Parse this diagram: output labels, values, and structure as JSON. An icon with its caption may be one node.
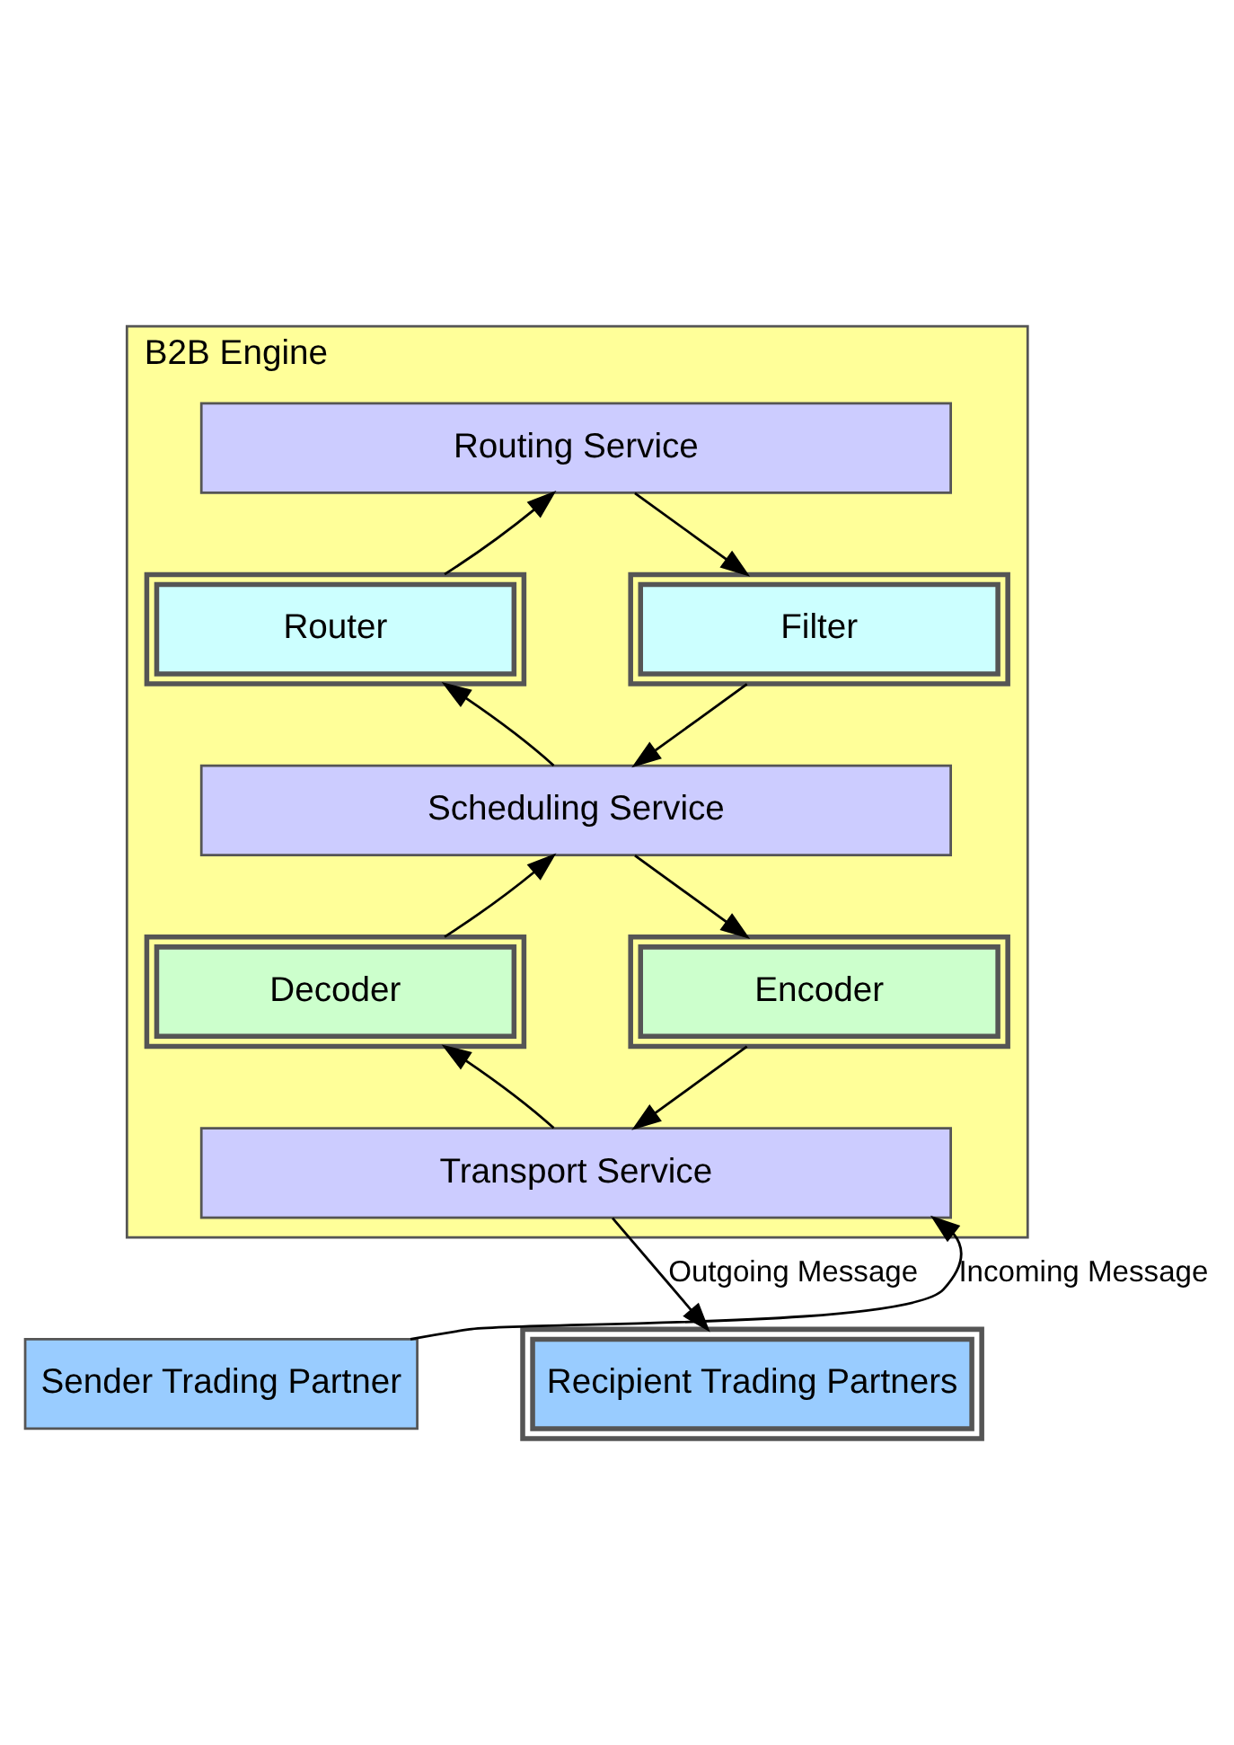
{
  "diagram": {
    "nodes": [
      {
        "text": [
          "B2B Engine"
        ]
      },
      {
        "text": [
          "Routing Service"
        ],
        "in": 0
      },
      {
        "text": [
          "Router"
        ],
        "in": 0
      },
      {
        "text": [
          "Filter"
        ],
        "in": 0
      },
      {
        "text": [
          "Scheduling Service"
        ],
        "in": 0
      },
      {
        "text": [
          "Decoder"
        ],
        "in": 0
      },
      {
        "text": [
          "Encoder"
        ],
        "in": 0
      },
      {
        "text": [
          "Transport Service"
        ],
        "in": 0
      },
      {
        "text": [
          "Sender Trading Partner"
        ]
      },
      {
        "text": [
          "Recipient Trading Partners"
        ]
      }
    ],
    "edges": [
      {
        "from": 2,
        "to": 1,
        "arrow": "to"
      },
      {
        "from": 1,
        "to": 3,
        "arrow": "to"
      },
      {
        "from": 4,
        "to": 2,
        "arrow": "to"
      },
      {
        "from": 3,
        "to": 4,
        "arrow": "to"
      },
      {
        "from": 5,
        "to": 4,
        "arrow": "to"
      },
      {
        "from": 4,
        "to": 6,
        "arrow": "to"
      },
      {
        "from": 7,
        "to": 5,
        "arrow": "to"
      },
      {
        "from": 6,
        "to": 7,
        "arrow": "to"
      },
      {
        "from": 8,
        "to": 7,
        "label": "Incoming Message",
        "arrow": "to"
      },
      {
        "from": 7,
        "to": 9,
        "label": "Outgoing Message",
        "arrow": "to"
      }
    ]
  }
}
